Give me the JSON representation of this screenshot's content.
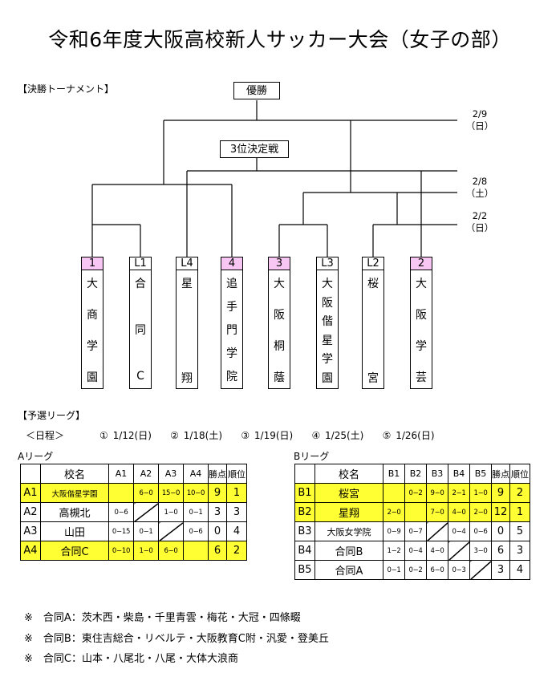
{
  "title": "令和6年度大阪高校新人サッカー大会（女子の部）",
  "final": {
    "heading": "【決勝トーナメント】",
    "champion_label": "優勝",
    "third_label": "3位決定戦",
    "dates": [
      {
        "d": "2/9",
        "w": "（日）"
      },
      {
        "d": "2/8",
        "w": "（土）"
      },
      {
        "d": "2/2",
        "w": "（日）"
      }
    ],
    "teams": [
      {
        "seed": "1",
        "name": [
          "大",
          "商",
          "学",
          "園"
        ],
        "pink": true
      },
      {
        "seed": "L1",
        "name": [
          "合",
          "同",
          "C"
        ],
        "pink": false
      },
      {
        "seed": "L4",
        "name": [
          "星",
          "翔"
        ],
        "pink": false
      },
      {
        "seed": "4",
        "name": [
          "追",
          "手",
          "門",
          "学",
          "院"
        ],
        "pink": true
      },
      {
        "seed": "3",
        "name": [
          "大",
          "阪",
          "桐",
          "蔭"
        ],
        "pink": true
      },
      {
        "seed": "L3",
        "name": [
          "大",
          "阪",
          "偕",
          "星",
          "学",
          "園"
        ],
        "pink": false
      },
      {
        "seed": "L2",
        "name": [
          "桜",
          "宮"
        ],
        "pink": false
      },
      {
        "seed": "2",
        "name": [
          "大",
          "阪",
          "学",
          "芸"
        ],
        "pink": true
      }
    ]
  },
  "prelim": {
    "heading": "【予選リーグ】",
    "schedule_label": "＜日程＞",
    "schedule": [
      "① 1/12(日)",
      "② 1/18(土)",
      "③ 1/19(日)",
      "④ 1/25(土)",
      "⑤ 1/26(日)"
    ],
    "leagueA": {
      "label": "Aリーグ",
      "headers": [
        "",
        "校名",
        "A1",
        "A2",
        "A3",
        "A4",
        "勝点",
        "順位"
      ],
      "rows": [
        {
          "id": "A1",
          "name": "大阪偕星学園",
          "cells": [
            "",
            "6−0",
            "15−0",
            "10−0"
          ],
          "pts": "9",
          "rank": "1",
          "hl": true,
          "small": true
        },
        {
          "id": "A2",
          "name": "高槻北",
          "cells": [
            "0−6",
            "",
            "1−0",
            "0−1"
          ],
          "pts": "3",
          "rank": "3",
          "hl": false,
          "small": false
        },
        {
          "id": "A3",
          "name": "山田",
          "cells": [
            "0−15",
            "0−1",
            "",
            "0−6"
          ],
          "pts": "0",
          "rank": "4",
          "hl": false,
          "small": false
        },
        {
          "id": "A4",
          "name": "合同C",
          "cells": [
            "0−10",
            "1−0",
            "6−0",
            ""
          ],
          "pts": "6",
          "rank": "2",
          "hl": true,
          "small": false
        }
      ]
    },
    "leagueB": {
      "label": "Bリーグ",
      "headers": [
        "",
        "校名",
        "B1",
        "B2",
        "B3",
        "B4",
        "B5",
        "勝点",
        "順位"
      ],
      "rows": [
        {
          "id": "B1",
          "name": "桜宮",
          "cells": [
            "",
            "0−2",
            "9−0",
            "2−1",
            "1−0"
          ],
          "pts": "9",
          "rank": "2",
          "hl": true,
          "small": false
        },
        {
          "id": "B2",
          "name": "星翔",
          "cells": [
            "2−0",
            "",
            "7−0",
            "4−0",
            "2−0"
          ],
          "pts": "12",
          "rank": "1",
          "hl": true,
          "small": false
        },
        {
          "id": "B3",
          "name": "大阪女学院",
          "cells": [
            "0−9",
            "0−7",
            "",
            "0−4",
            "0−6"
          ],
          "pts": "0",
          "rank": "5",
          "hl": false,
          "small": true
        },
        {
          "id": "B4",
          "name": "合同B",
          "cells": [
            "1−2",
            "0−4",
            "4−0",
            "",
            "3−0"
          ],
          "pts": "6",
          "rank": "3",
          "hl": false,
          "small": false
        },
        {
          "id": "B5",
          "name": "合同A",
          "cells": [
            "0−1",
            "0−2",
            "6−0",
            "0−3",
            ""
          ],
          "pts": "3",
          "rank": "4",
          "hl": false,
          "small": false
        }
      ]
    }
  },
  "notes": [
    "※　合同A：茨木西・柴島・千里青雲・梅花・大冠・四條畷",
    "※　合同B：東住吉総合・リベルテ・大阪教育C附・汎愛・登美丘",
    "※　合同C：山本・八尾北・八尾・大体大浪商"
  ]
}
